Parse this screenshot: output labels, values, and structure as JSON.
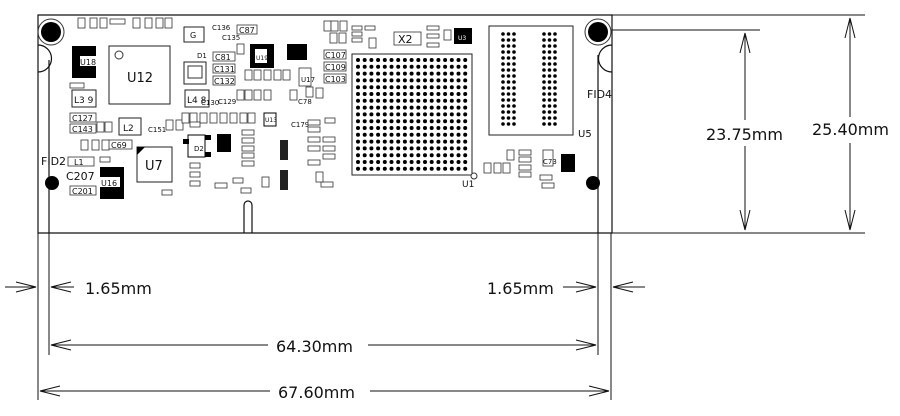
{
  "title": "PCB module mechanical drawing",
  "dimensions": {
    "total_height": "25.40mm",
    "hole_height": "23.75mm",
    "left_margin": "1.65mm",
    "right_margin": "1.65mm",
    "hole_spacing": "64.30mm",
    "total_width": "67.60mm"
  },
  "components": {
    "u12": "U12",
    "u18": "U18",
    "u16": "U16",
    "u7": "U7",
    "l2": "L2",
    "l3": "L3 9",
    "l4": "L4 8",
    "l1": "L1",
    "c127": "C127",
    "c143": "C143",
    "c69": "C69",
    "c207": "C207",
    "c201": "C201",
    "fid2": "FID2",
    "fid4": "FID4",
    "c81": "C81",
    "c131": "C131",
    "c132": "C132",
    "c130": "C130",
    "c129": "C129",
    "c136": "C136",
    "c135": "C135",
    "c87": "C87",
    "c151": "C151",
    "u19": "U19",
    "u17": "U17",
    "c78": "C78",
    "c179": "C179",
    "c107": "C107",
    "c109": "C109",
    "c103": "C103",
    "x2": "X2",
    "u3": "U3",
    "u1": "U1",
    "u5": "U5",
    "c73": "C73",
    "d2": "D2",
    "u13": "U13",
    "d1": "D1",
    "g": "G"
  }
}
